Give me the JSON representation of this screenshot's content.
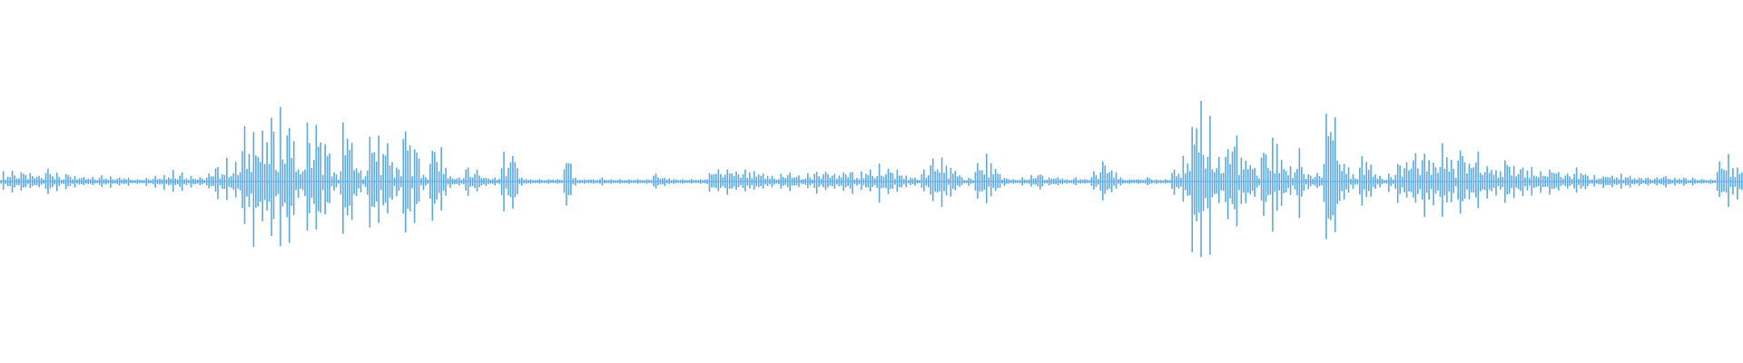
{
  "waveform": {
    "color": "#5aa9e6",
    "background": "#ffffff",
    "peak_envelope": [
      0.05,
      0.06,
      0.05,
      0.04,
      0.03,
      0.07,
      0.05,
      0.04,
      0.03,
      0.02,
      0.02,
      0.03,
      0.03,
      0.02,
      0.02,
      0.01,
      0.02,
      0.03,
      0.04,
      0.06,
      0.05,
      0.03,
      0.02,
      0.04,
      0.09,
      0.12,
      0.1,
      0.28,
      0.33,
      0.26,
      0.34,
      0.4,
      0.33,
      0.08,
      0.31,
      0.3,
      0.2,
      0.05,
      0.32,
      0.22,
      0.06,
      0.26,
      0.25,
      0.2,
      0.08,
      0.29,
      0.21,
      0.04,
      0.2,
      0.18,
      0.03,
      0.02,
      0.08,
      0.06,
      0.02,
      0.02,
      0.17,
      0.15,
      0.02,
      0.01,
      0.01,
      0.01,
      0.01,
      0.12,
      0.02,
      0.01,
      0.01,
      0.02,
      0.01,
      0.01,
      0.01,
      0.01,
      0.01,
      0.04,
      0.02,
      0.01,
      0.01,
      0.01,
      0.01,
      0.05,
      0.06,
      0.07,
      0.05,
      0.06,
      0.05,
      0.04,
      0.03,
      0.04,
      0.05,
      0.03,
      0.04,
      0.06,
      0.05,
      0.04,
      0.05,
      0.06,
      0.05,
      0.06,
      0.11,
      0.07,
      0.06,
      0.03,
      0.02,
      0.06,
      0.12,
      0.14,
      0.08,
      0.03,
      0.02,
      0.1,
      0.14,
      0.06,
      0.02,
      0.01,
      0.02,
      0.03,
      0.04,
      0.02,
      0.02,
      0.01,
      0.02,
      0.01,
      0.05,
      0.11,
      0.06,
      0.02,
      0.01,
      0.01,
      0.02,
      0.01,
      0.01,
      0.07,
      0.13,
      0.36,
      0.45,
      0.4,
      0.13,
      0.2,
      0.26,
      0.12,
      0.08,
      0.18,
      0.27,
      0.13,
      0.08,
      0.2,
      0.04,
      0.04,
      0.36,
      0.33,
      0.1,
      0.04,
      0.14,
      0.09,
      0.03,
      0.05,
      0.11,
      0.1,
      0.14,
      0.18,
      0.12,
      0.21,
      0.12,
      0.18,
      0.1,
      0.16,
      0.09,
      0.07,
      0.12,
      0.09,
      0.08,
      0.08,
      0.06,
      0.07,
      0.05,
      0.04,
      0.07,
      0.04,
      0.03,
      0.03,
      0.03,
      0.04,
      0.03,
      0.02,
      0.02,
      0.02,
      0.03,
      0.02,
      0.02,
      0.02,
      0.01,
      0.01,
      0.1,
      0.15,
      0.09
    ]
  }
}
